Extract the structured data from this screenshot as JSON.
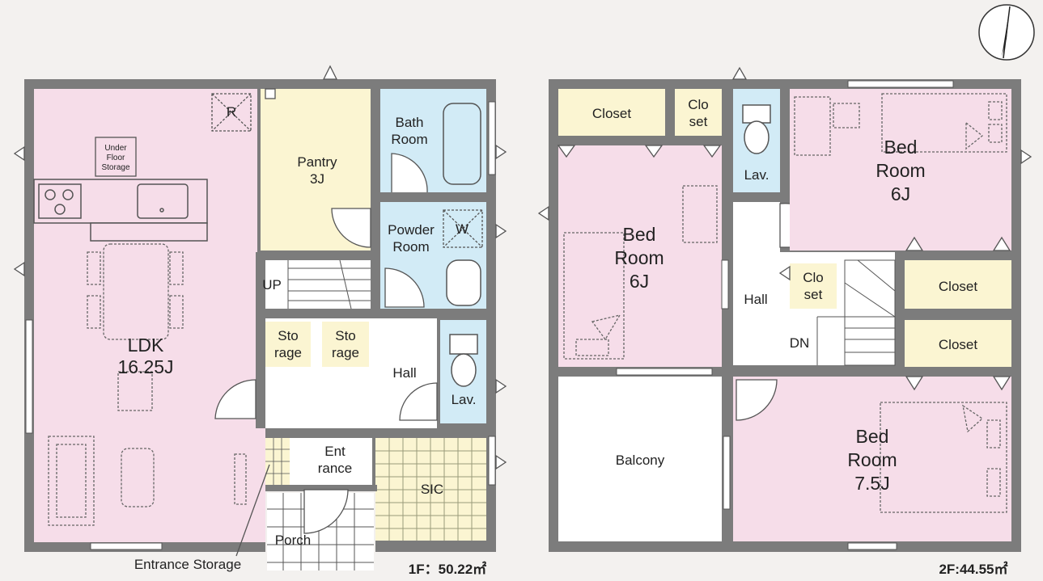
{
  "floor1": {
    "area_label": "1F：50.22㎡",
    "rooms": {
      "ldk": [
        "LDK",
        "16.25J"
      ],
      "pantry": [
        "Pantry",
        "3J"
      ],
      "bath": [
        "Bath",
        "Room"
      ],
      "powder": [
        "Powder",
        "Room"
      ],
      "up": "UP",
      "storage1": [
        "Sto",
        "rage"
      ],
      "storage2": [
        "Sto",
        "rage"
      ],
      "hall": "Hall",
      "lav": "Lav.",
      "entrance": [
        "Ent",
        "rance"
      ],
      "sic": "SIC",
      "porch": "Porch",
      "underfloor": [
        "Under",
        "Floor",
        "Storage"
      ],
      "refrigerator_mark": "R",
      "washer_mark": "W"
    },
    "callout": "Entrance Storage"
  },
  "floor2": {
    "area_label": "2F:44.55㎡",
    "rooms": {
      "closet_a": "Closet",
      "closet_b": [
        "Clo",
        "set"
      ],
      "lav": "Lav.",
      "bed_ne": [
        "Bed",
        "Room",
        "6J"
      ],
      "bed_w": [
        "Bed",
        "Room",
        "6J"
      ],
      "hall": "Hall",
      "closet_c": [
        "Clo",
        "set"
      ],
      "closet_d": "Closet",
      "closet_e": "Closet",
      "dn": "DN",
      "balcony": "Balcony",
      "bed_se": [
        "Bed",
        "Room",
        "7.5J"
      ]
    }
  },
  "colors": {
    "wall": "#7c7c7c",
    "bedroom": "#f6dde9",
    "pantry": "#fbf5d2",
    "wet_area": "#d2ebf6",
    "hall": "#ffffff",
    "floor_outline": "#555555"
  },
  "icons": [
    "compass-icon",
    "stove-icon",
    "sink-icon",
    "bathtub-icon",
    "toilet-icon",
    "washbasin-icon",
    "window-icon",
    "door-swing-icon"
  ]
}
